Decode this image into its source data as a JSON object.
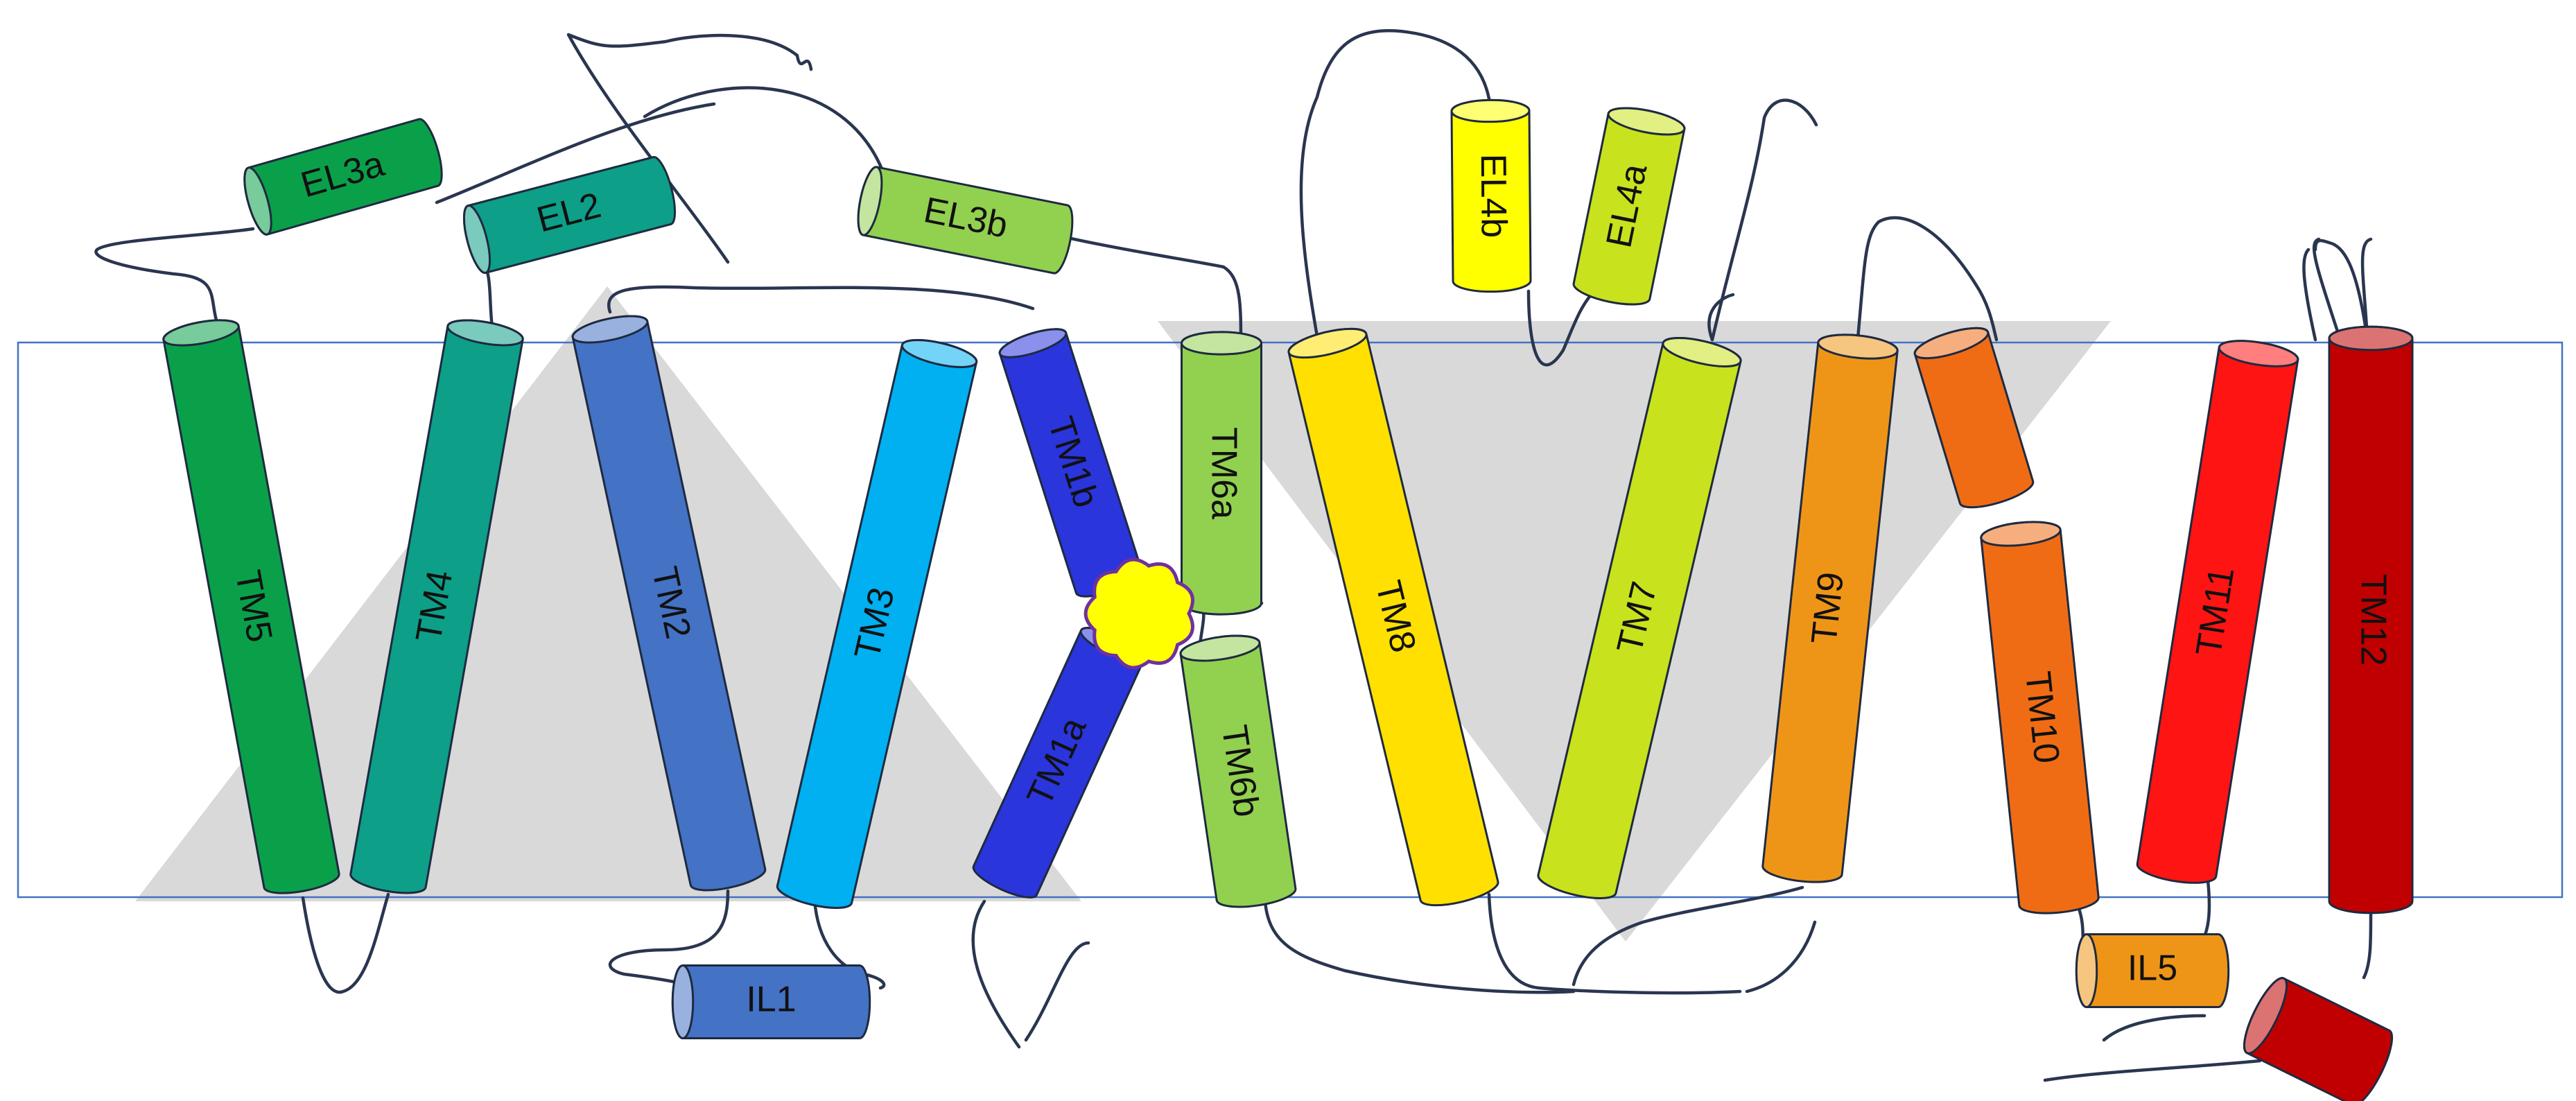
{
  "helices": [
    {
      "id": "TM5",
      "label": "TM5",
      "color": "#0aa04a"
    },
    {
      "id": "TM4",
      "label": "TM4",
      "color": "#0d9f88"
    },
    {
      "id": "TM2",
      "label": "TM2",
      "color": "#4472c4"
    },
    {
      "id": "TM3",
      "label": "TM3",
      "color": "#00b0f0"
    },
    {
      "id": "TM1b",
      "label": "TM1b",
      "color": "#2a35dc"
    },
    {
      "id": "TM1a",
      "label": "TM1a",
      "color": "#2a35dc"
    },
    {
      "id": "TM6a",
      "label": "TM6a",
      "color": "#92d050"
    },
    {
      "id": "TM6b",
      "label": "TM6b",
      "color": "#92d050"
    },
    {
      "id": "TM8",
      "label": "TM8",
      "color": "#ffe000"
    },
    {
      "id": "TM7",
      "label": "TM7",
      "color": "#c8e21e"
    },
    {
      "id": "TM9",
      "label": "TM9",
      "color": "#ee9518"
    },
    {
      "id": "TM10",
      "label": "TM10",
      "color": "#f06c14"
    },
    {
      "id": "TM11",
      "label": "TM11",
      "color": "#ff1414"
    },
    {
      "id": "TM12",
      "label": "TM12",
      "color": "#c00000"
    },
    {
      "id": "EL3a",
      "label": "EL3a",
      "color": "#0aa04a"
    },
    {
      "id": "EL2",
      "label": "EL2",
      "color": "#0d9f88"
    },
    {
      "id": "EL3b",
      "label": "EL3b",
      "color": "#92d050"
    },
    {
      "id": "EL4b",
      "label": "EL4b",
      "color": "#ffff00"
    },
    {
      "id": "EL4a",
      "label": "EL4a",
      "color": "#c8e21e"
    },
    {
      "id": "IL1",
      "label": "IL1",
      "color": "#4472c4"
    },
    {
      "id": "IL5",
      "label": "IL5",
      "color": "#ee9518"
    },
    {
      "id": "C-term",
      "label": "",
      "color": "#c00000"
    }
  ],
  "substrate_site": {
    "color": "#ffff00",
    "outline": "#7030a0"
  },
  "membrane": {
    "outline": "#4472c4"
  },
  "repeat_triangles": {
    "color": "#d9d9d9"
  }
}
